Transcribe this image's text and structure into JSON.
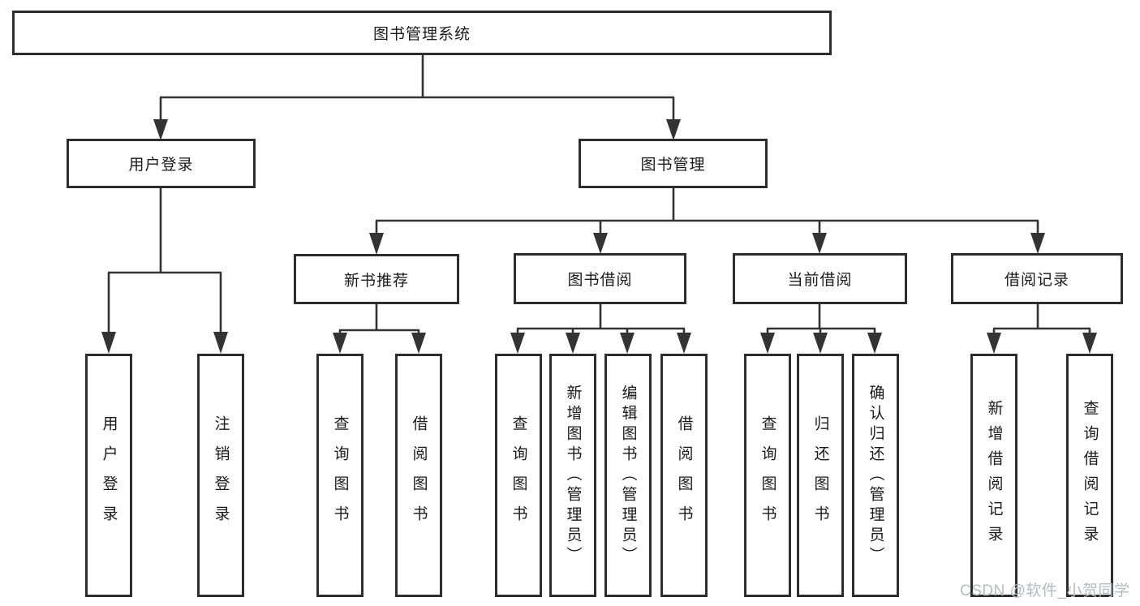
{
  "diagram": {
    "title_node": {
      "label": "图书管理系统"
    },
    "level1": [
      {
        "label": "用户登录"
      },
      {
        "label": "图书管理"
      }
    ],
    "level2": [
      {
        "label": "新书推荐"
      },
      {
        "label": "图书借阅"
      },
      {
        "label": "当前借阅"
      },
      {
        "label": "借阅记录"
      }
    ],
    "leaves": {
      "user_login": [
        {
          "label": "用户登录"
        },
        {
          "label": "注销登录"
        }
      ],
      "new_book": [
        {
          "label": "查询图书"
        },
        {
          "label": "借阅图书"
        }
      ],
      "book_borrow": [
        {
          "label": "查询图书"
        },
        {
          "label": "新增图书（管理员）"
        },
        {
          "label": "编辑图书（管理员）"
        },
        {
          "label": "借阅图书"
        }
      ],
      "current_borrow": [
        {
          "label": "查询图书"
        },
        {
          "label": "归还图书"
        },
        {
          "label": "确认归还（管理员）"
        }
      ],
      "borrow_record": [
        {
          "label": "新增借阅记录"
        },
        {
          "label": "查询借阅记录"
        }
      ]
    },
    "line_color": "#333333",
    "box_border_color": "#2d2d2d",
    "text_color": "#1a1a1a"
  },
  "watermark": {
    "text": "CSDN @软件_小贺同学",
    "color": "#b6bac1"
  }
}
